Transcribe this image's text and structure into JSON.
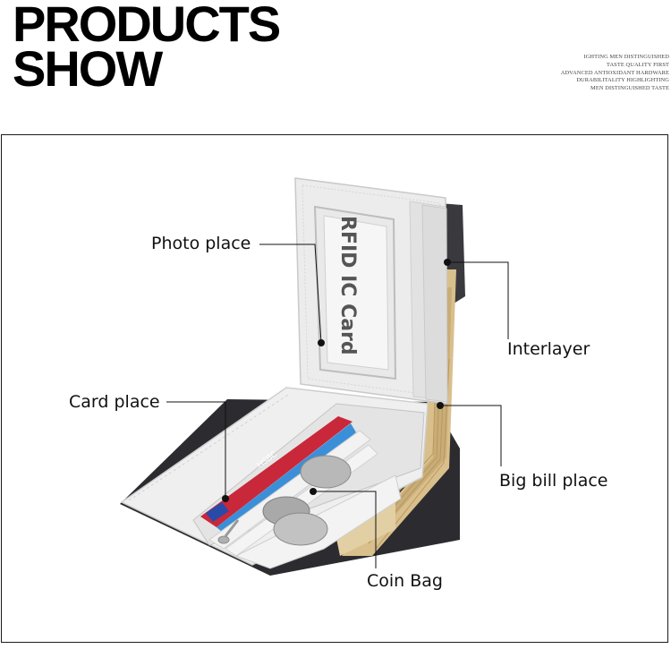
{
  "header": {
    "title_line1": "PRODUCTS",
    "title_line2": "SHOW",
    "tagline": [
      "IGHTING MEN DISTINGUISHED",
      "TASTE QUALITY FIRST",
      "ADVANCED ANTIOXIDANT HARDWARE",
      "DURABILITALITY HIGHLIGHTING",
      "MEN DISTINGUISHED TASTE"
    ]
  },
  "photo": {
    "id_window_text": "RFID IC Card",
    "card_text": "HSBC",
    "colors": {
      "leather": "#ececec",
      "bills": "#d9bf8c",
      "card_blue": "#3a8fd8",
      "card_red": "#c8283a"
    }
  },
  "callouts": {
    "photo_place": "Photo place",
    "interlayer": "Interlayer",
    "card_place": "Card place",
    "big_bill_place": "Big bill place",
    "coin_bag": "Coin Bag"
  }
}
